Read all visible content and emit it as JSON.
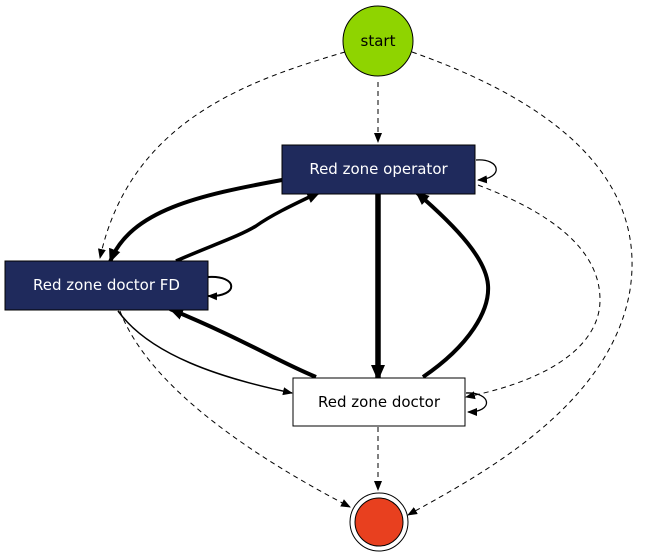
{
  "diagram": {
    "nodes": {
      "start": {
        "label": "start",
        "fill": "#8fd400",
        "text_color": "#000000"
      },
      "operator": {
        "label": "Red zone operator",
        "fill": "#1f2a5c",
        "text_color": "#ffffff"
      },
      "doctor_fd": {
        "label": "Red zone doctor FD",
        "fill": "#1f2a5c",
        "text_color": "#ffffff"
      },
      "doctor": {
        "label": "Red zone doctor",
        "fill": "#ffffff",
        "text_color": "#000000"
      },
      "end": {
        "label": "",
        "fill": "#e8401f"
      }
    },
    "edge_color": "#000000"
  }
}
